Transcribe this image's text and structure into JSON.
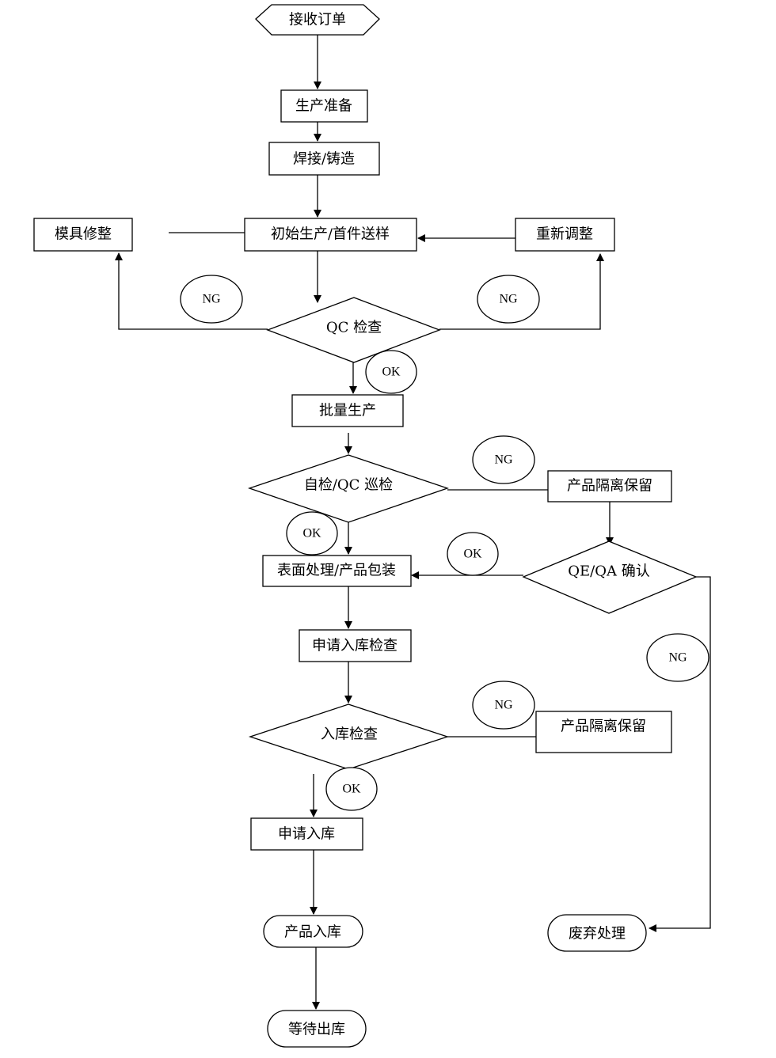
{
  "nodes": {
    "receive_order": "接收订单",
    "prep": "生产准备",
    "weld": "焊接/铸造",
    "initial_prod": "初始生产/首件送样",
    "mold_trim": "模具修整",
    "readjust": "重新调整",
    "qc_check": "QC 检查",
    "batch_prod": "批量生产",
    "self_check": "自检/QC 巡检",
    "isolate_1": "产品隔离保留",
    "qe_confirm": "QE/QA 确认",
    "surface": "表面处理/产品包装",
    "apply_check": "申请入库检查",
    "storage_check": "入库检查",
    "isolate_2": "产品隔离保留",
    "apply_storage": "申请入库",
    "in_storage": "产品入库",
    "scrap": "废弃处理",
    "wait_ship": "等待出库"
  },
  "tags": {
    "ng_left": "NG",
    "ng_right": "NG",
    "ok_qc": "OK",
    "ng_self": "NG",
    "ok_self": "OK",
    "ok_qe": "OK",
    "ng_qe": "NG",
    "ng_storage": "NG",
    "ok_storage": "OK"
  }
}
